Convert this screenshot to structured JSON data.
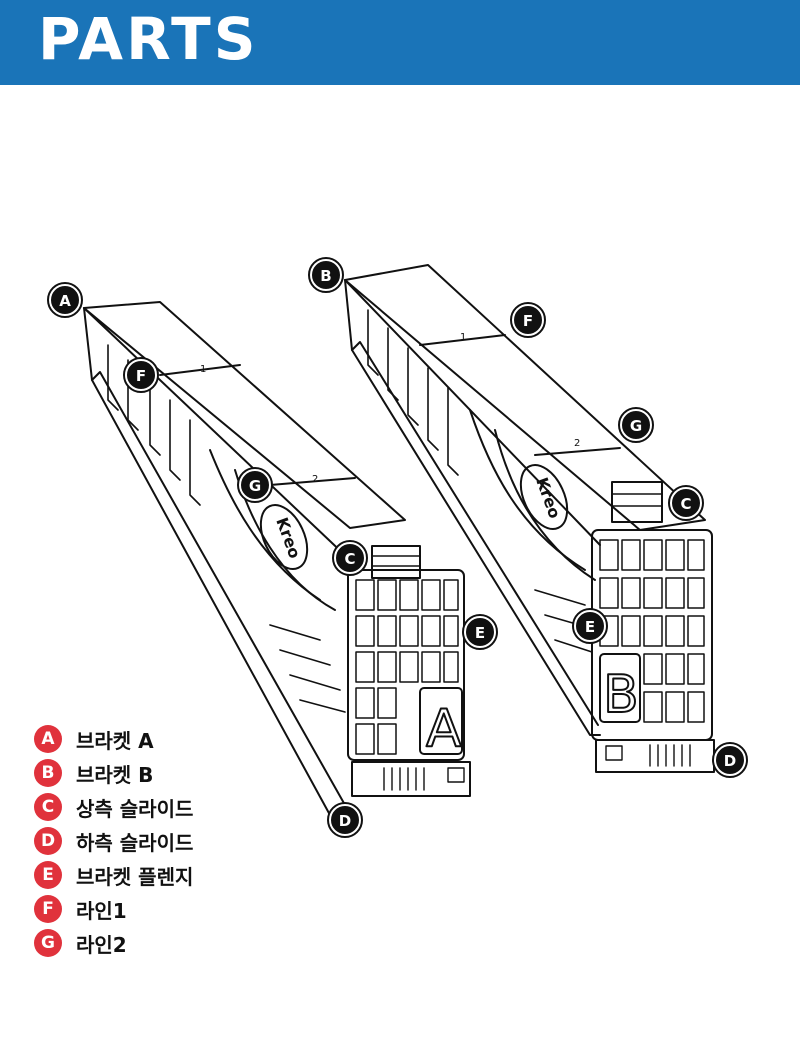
{
  "header": {
    "title": "PARTS"
  },
  "brackets": [
    {
      "letter": "A",
      "sections": [
        "1",
        "2"
      ],
      "logo": "Kreo"
    },
    {
      "letter": "B",
      "sections": [
        "1",
        "2"
      ],
      "logo": "Kreo"
    }
  ],
  "callouts": [
    "A",
    "B",
    "C",
    "D",
    "E",
    "F",
    "G"
  ],
  "legend": [
    {
      "letter": "A",
      "label": "브라켓 A"
    },
    {
      "letter": "B",
      "label": "브라켓 B"
    },
    {
      "letter": "C",
      "label": "상측 슬라이드"
    },
    {
      "letter": "D",
      "label": "하측 슬라이드"
    },
    {
      "letter": "E",
      "label": "브라켓 플렌지"
    },
    {
      "letter": "F",
      "label": "라인1"
    },
    {
      "letter": "G",
      "label": "라인2"
    }
  ],
  "colors": {
    "header": "#1a74b8",
    "badge": "#e0323c",
    "ink": "#111111"
  }
}
